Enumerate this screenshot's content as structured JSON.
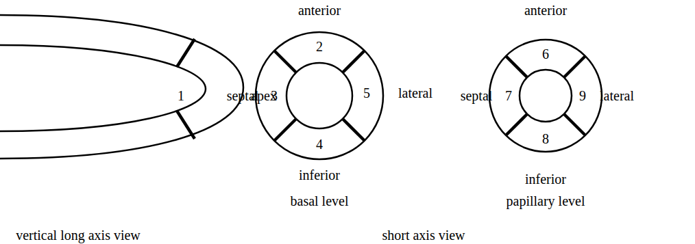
{
  "diagram": {
    "labels": [
      "anterior",
      "anterior",
      "1",
      "apex",
      "septal",
      "2",
      "3",
      "5",
      "lateral",
      "septal",
      "6",
      "7",
      "9",
      "lateral",
      "4",
      "8",
      "inferior",
      "inferior",
      "basal level",
      "papillary level",
      "vertical long axis view",
      "short axis view"
    ]
  }
}
